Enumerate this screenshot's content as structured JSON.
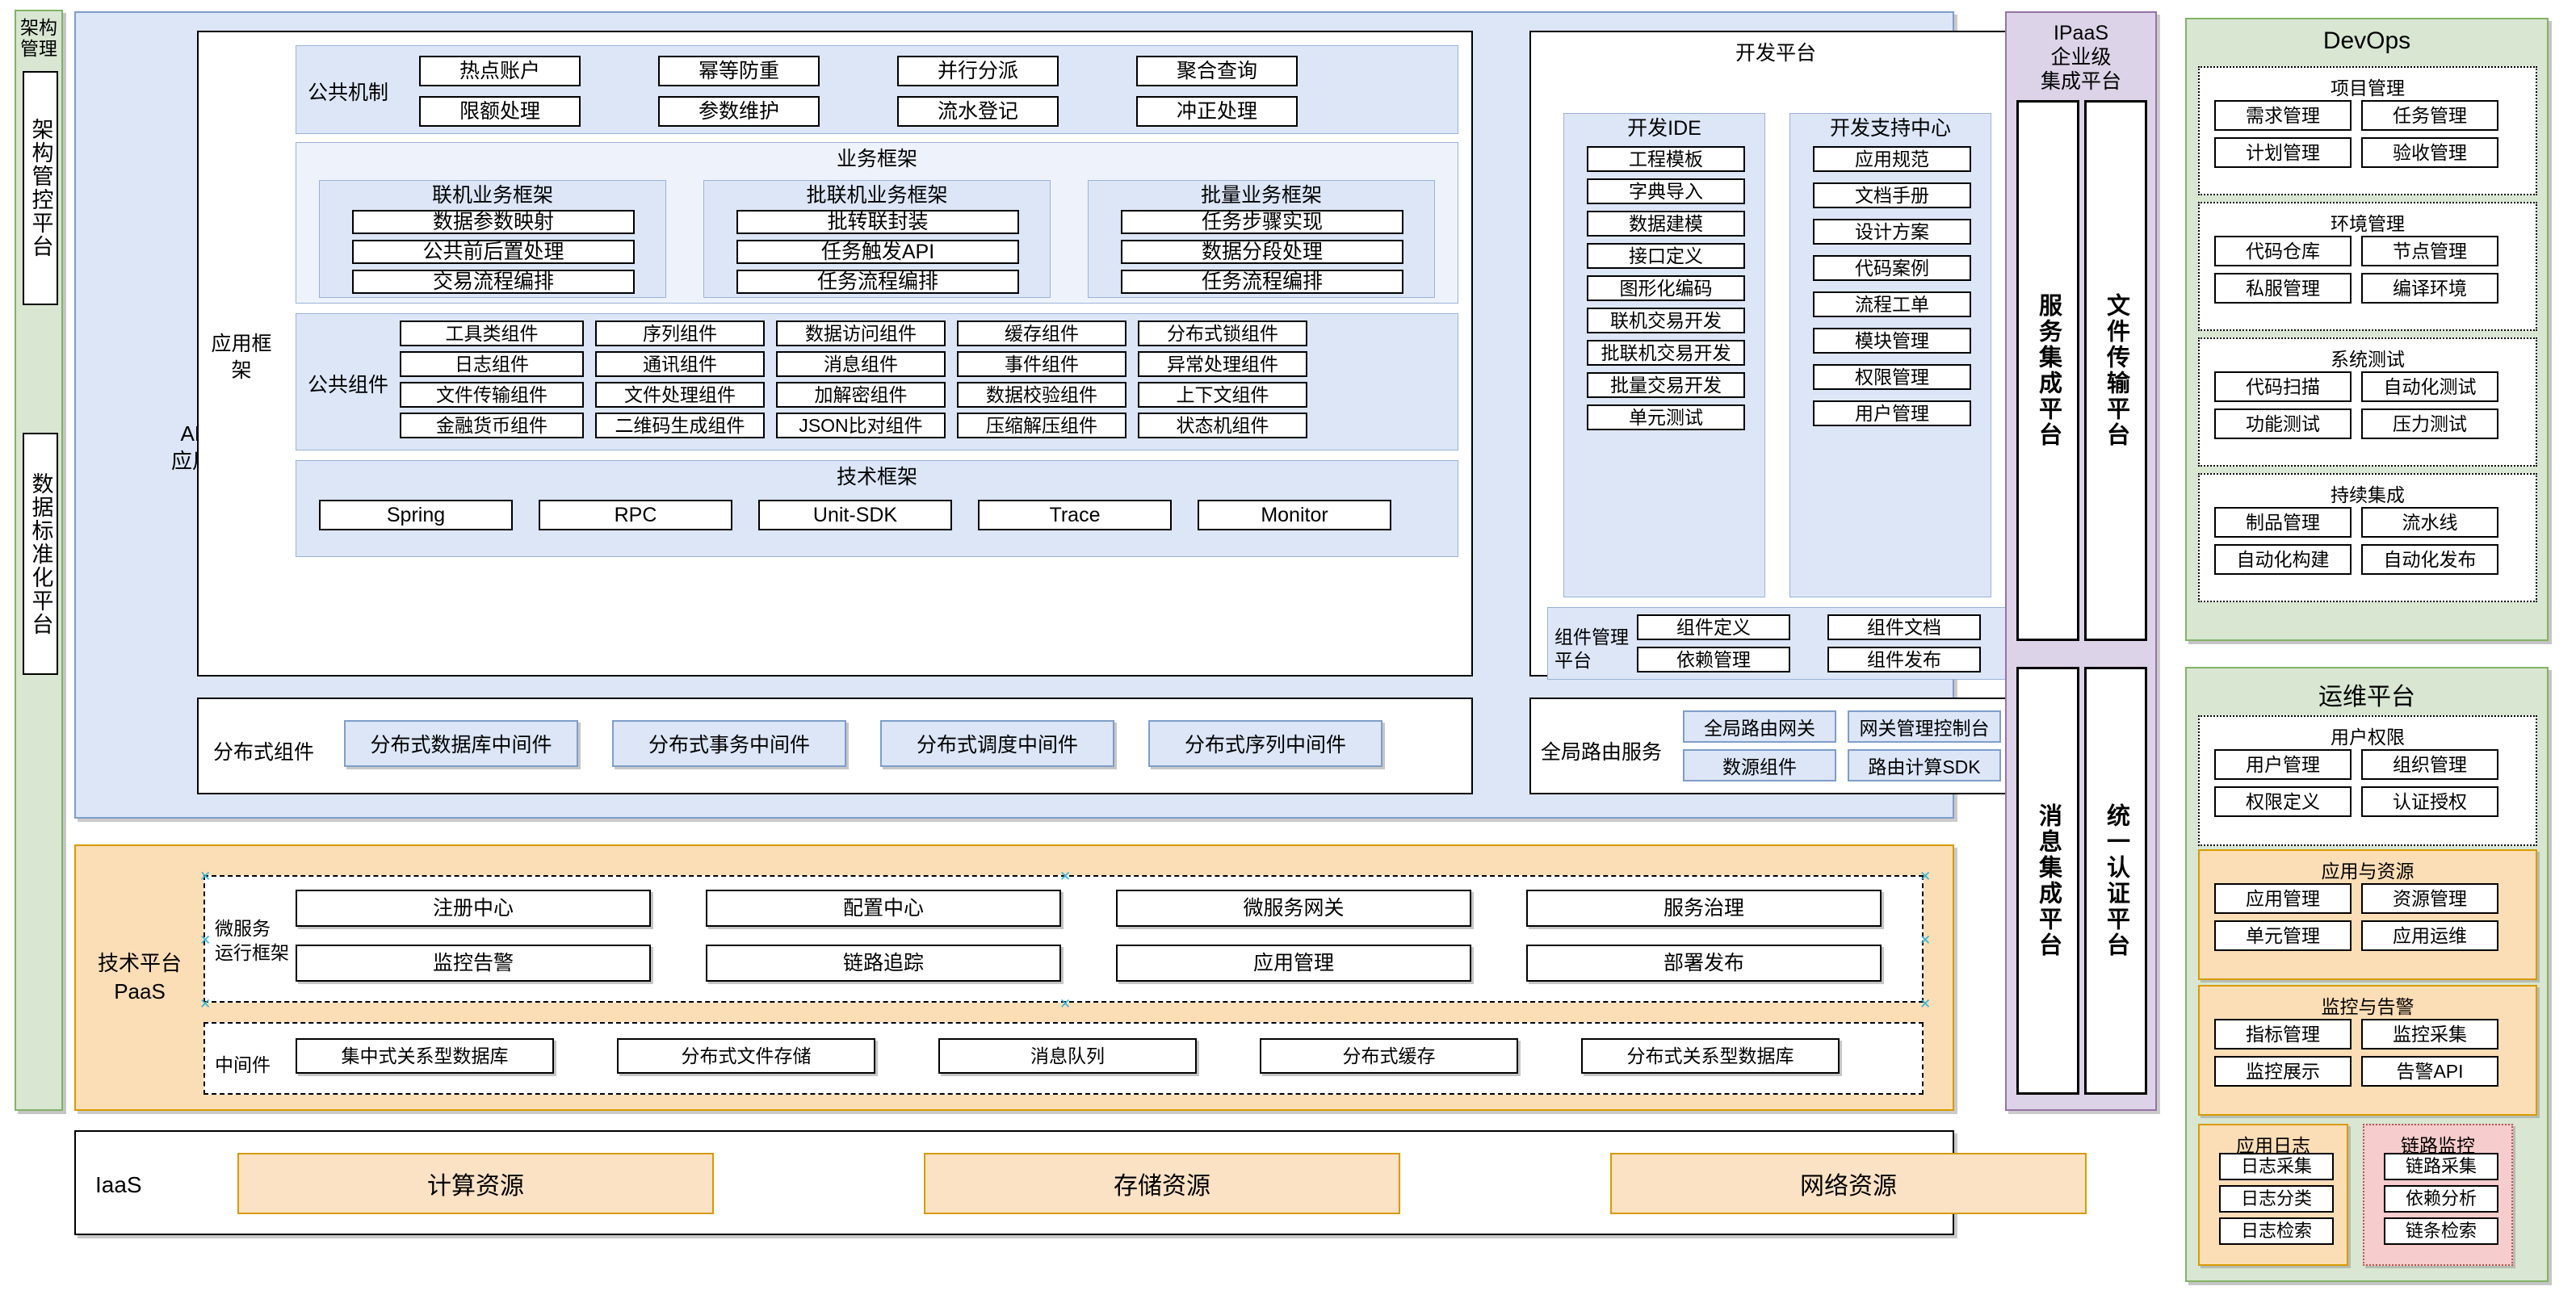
{
  "rail": {
    "top_label": "架构管理",
    "cards": [
      "架构管控平台",
      "数据标准化平台"
    ]
  },
  "apaas": {
    "label": "APaaS\n应用平台",
    "label_line1": "APaaS",
    "label_line2": "应用平台",
    "app_framework_label": "应用框架",
    "public_mechanism": {
      "label": "公共机制",
      "items": [
        "热点账户",
        "幂等防重",
        "并行分派",
        "聚合查询",
        "限额处理",
        "参数维护",
        "流水登记",
        "冲正处理"
      ]
    },
    "business_framework": {
      "title": "业务框架",
      "columns": [
        {
          "title": "联机业务框架",
          "items": [
            "数据参数映射",
            "公共前后置处理",
            "交易流程编排"
          ]
        },
        {
          "title": "批联机业务框架",
          "items": [
            "批转联封装",
            "任务触发API",
            "任务流程编排"
          ]
        },
        {
          "title": "批量业务框架",
          "items": [
            "任务步骤实现",
            "数据分段处理",
            "任务流程编排"
          ]
        }
      ]
    },
    "public_components": {
      "label": "公共组件",
      "rows": [
        [
          "工具类组件",
          "序列组件",
          "数据访问组件",
          "缓存组件",
          "分布式锁组件"
        ],
        [
          "日志组件",
          "通讯组件",
          "消息组件",
          "事件组件",
          "异常处理组件"
        ],
        [
          "文件传输组件",
          "文件处理组件",
          "加解密组件",
          "数据校验组件",
          "上下文组件"
        ],
        [
          "金融货币组件",
          "二维码生成组件",
          "JSON比对组件",
          "压缩解压组件",
          "状态机组件"
        ]
      ]
    },
    "tech_framework": {
      "title": "技术框架",
      "items": [
        "Spring",
        "RPC",
        "Unit-SDK",
        "Trace",
        "Monitor"
      ]
    },
    "dev_platform": {
      "title": "开发平台",
      "columns": [
        {
          "title": "开发IDE",
          "items": [
            "工程模板",
            "字典导入",
            "数据建模",
            "接口定义",
            "图形化编码",
            "联机交易开发",
            "批联机交易开发",
            "批量交易开发",
            "单元测试"
          ]
        },
        {
          "title": "开发支持中心",
          "items": [
            "应用规范",
            "文档手册",
            "设计方案",
            "代码案例",
            "流程工单",
            "模块管理",
            "权限管理",
            "用户管理"
          ]
        }
      ],
      "component_mgmt": {
        "label": "组件管理平台",
        "items": [
          "组件定义",
          "组件文档",
          "依赖管理",
          "组件发布"
        ]
      }
    },
    "distributed": {
      "label": "分布式组件",
      "items": [
        "分布式数据库中间件",
        "分布式事务中间件",
        "分布式调度中间件",
        "分布式序列中间件"
      ]
    },
    "global_routing": {
      "label": "全局路由服务",
      "items": [
        "全局路由网关",
        "网关管理控制台",
        "数源组件",
        "路由计算SDK"
      ]
    }
  },
  "paas": {
    "label_line1": "技术平台",
    "label_line2": "PaaS",
    "microservice": {
      "label": "微服务运行框架",
      "label_line1": "微服务",
      "label_line2": "运行框架",
      "items": [
        "注册中心",
        "配置中心",
        "微服务网关",
        "服务治理",
        "监控告警",
        "链路追踪",
        "应用管理",
        "部署发布"
      ]
    },
    "middleware": {
      "label": "中间件",
      "items": [
        "集中式关系型数据库",
        "分布式文件存储",
        "消息队列",
        "分布式缓存",
        "分布式关系型数据库"
      ]
    }
  },
  "iaas": {
    "label": "IaaS",
    "items": [
      "计算资源",
      "存储资源",
      "网络资源"
    ]
  },
  "ipaas": {
    "title_line1": "IPaaS",
    "title_line2": "企业级",
    "title_line3": "集成平台",
    "cards": [
      "服务集成平台",
      "文件传输平台",
      "消息集成平台",
      "统一认证平台"
    ]
  },
  "devops": {
    "title": "DevOps",
    "groups": [
      {
        "title": "项目管理",
        "items": [
          "需求管理",
          "任务管理",
          "计划管理",
          "验收管理"
        ]
      },
      {
        "title": "环境管理",
        "items": [
          "代码仓库",
          "节点管理",
          "私服管理",
          "编译环境"
        ]
      },
      {
        "title": "系统测试",
        "items": [
          "代码扫描",
          "自动化测试",
          "功能测试",
          "压力测试"
        ]
      },
      {
        "title": "持续集成",
        "items": [
          "制品管理",
          "流水线",
          "自动化构建",
          "自动化发布"
        ]
      }
    ]
  },
  "ops": {
    "title": "运维平台",
    "user_perm": {
      "title": "用户权限",
      "items": [
        "用户管理",
        "组织管理",
        "权限定义",
        "认证授权"
      ]
    },
    "app_res": {
      "title": "应用与资源",
      "items": [
        "应用管理",
        "资源管理",
        "单元管理",
        "应用运维"
      ]
    },
    "monitor": {
      "title": "监控与告警",
      "items": [
        "指标管理",
        "监控采集",
        "监控展示",
        "告警API"
      ]
    },
    "app_log": {
      "title": "应用日志",
      "items": [
        "日志采集",
        "日志分类",
        "日志检索"
      ]
    },
    "trace": {
      "title": "链路监控",
      "items": [
        "链路采集",
        "依赖分析",
        "链条检索"
      ]
    }
  },
  "colors": {
    "green_panel": "#d8e6d2",
    "green_border": "#82b366",
    "blue_panel": "#dce6f7",
    "blue_border": "#7e9dc9",
    "orange_panel": "#fbddb6",
    "orange_border": "#d79b00",
    "purple_panel": "#dcd3e8",
    "purple_border": "#9673a6",
    "pink_panel": "#f7cccc",
    "pink_border": "#b85450"
  }
}
